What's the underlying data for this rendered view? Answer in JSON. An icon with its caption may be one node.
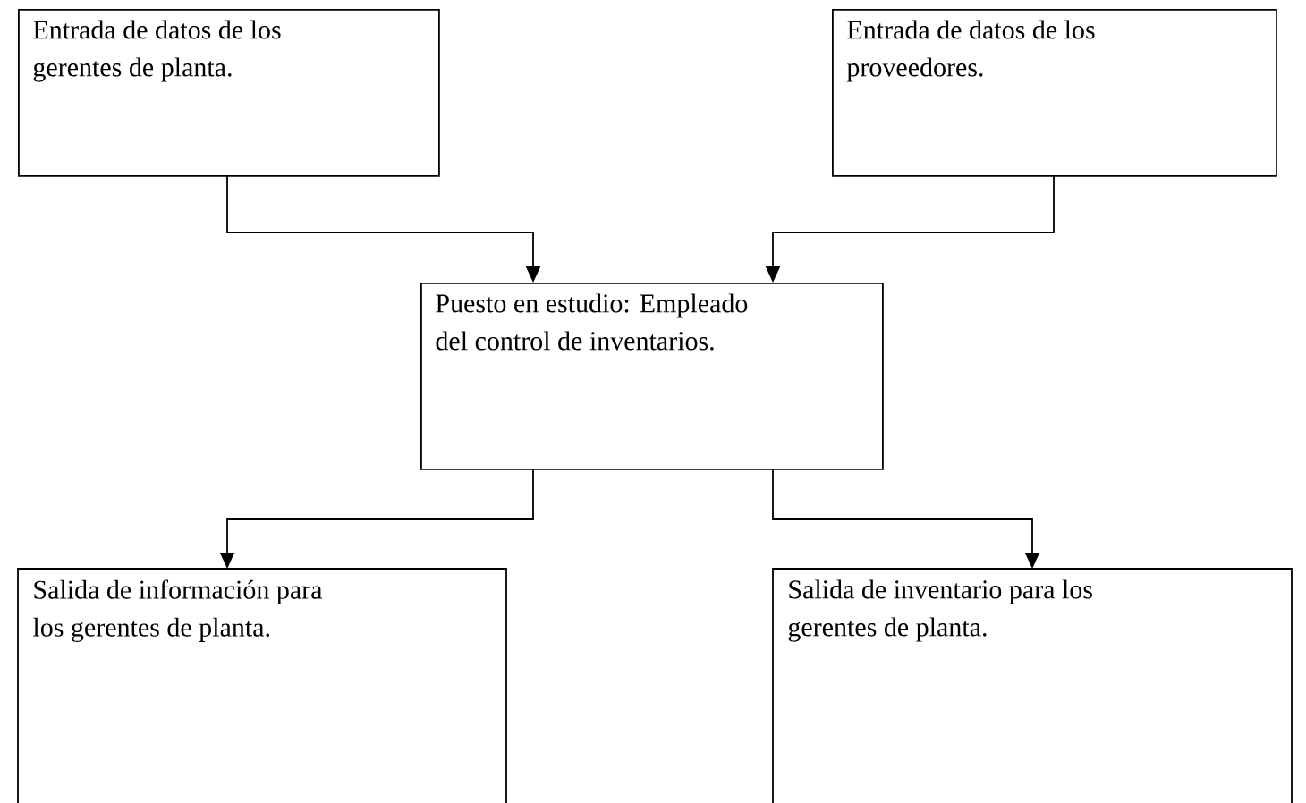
{
  "diagram": {
    "nodes": [
      {
        "text": [
          "Entrada de datos de los gerentes de planta."
        ]
      },
      {
        "text": [
          "Entrada de datos de los proveedores."
        ]
      },
      {
        "text": [
          "Puesto en estudio: Empleado del control de inventarios."
        ]
      },
      {
        "text": [
          "Salida de información para los gerentes de planta."
        ]
      },
      {
        "text": [
          "Salida de inventario para los gerentes de planta."
        ]
      }
    ],
    "edges": [
      {
        "from": 0,
        "to": 2,
        "arrow": "to"
      },
      {
        "from": 1,
        "to": 2,
        "arrow": "to"
      },
      {
        "from": 2,
        "to": 3,
        "arrow": "to"
      },
      {
        "from": 2,
        "to": 4,
        "arrow": "to"
      }
    ]
  }
}
